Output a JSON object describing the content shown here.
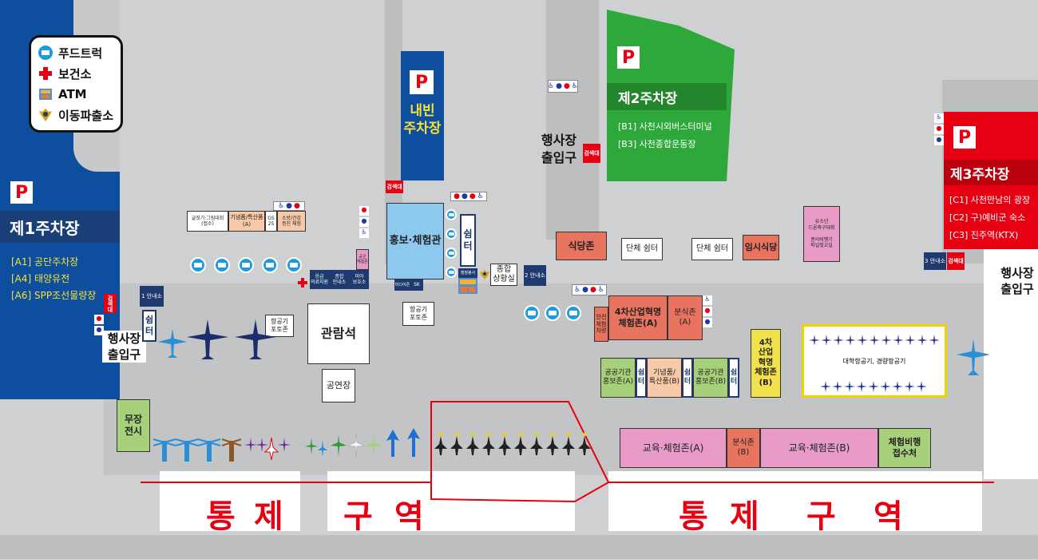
{
  "legend": {
    "items": [
      {
        "icon": "food-truck-icon",
        "label": "푸드트럭"
      },
      {
        "icon": "medical-cross-icon",
        "label": "보건소"
      },
      {
        "icon": "atm-icon",
        "label": "ATM"
      },
      {
        "icon": "police-badge-icon",
        "label": "이동파출소"
      }
    ]
  },
  "parking": {
    "p_symbol": "P",
    "lot1": {
      "title": "제1주차장",
      "entries": [
        "[A1] 공단주차장",
        "[A4] 태양유전",
        "[A6] SPP조선물량장"
      ]
    },
    "vip": {
      "title": "내빈\n주차장"
    },
    "lot2": {
      "title": "제2주차장",
      "entries": [
        "[B1] 사천시외버스터미널",
        "[B3] 사천종합운동장"
      ]
    },
    "lot3": {
      "title": "제3주차장",
      "entries": [
        "[C1] 사천만남의 광장",
        "[C2] 구)예비군 숙소",
        "[C3] 진주역(KTX)"
      ]
    }
  },
  "gates": {
    "left": "행사장\n출입구",
    "top": "행사장\n출입구",
    "right": "행사장\n출입구"
  },
  "checkpoint": "검색대",
  "info_booths": [
    "1 안내소",
    "2 안내소",
    "3 안내소"
  ],
  "facilities": {
    "shelter": "쉼터",
    "shelter_v": "쉼\n터",
    "promo_hall": "홍보·체험관",
    "sk": "SK",
    "media": "미디어존",
    "lifeguard": "행정봉사",
    "situation_room": "종합\n상황실",
    "photo_zone_1": "항공기\n포토존",
    "photo_zone_2": "항공기\n포토존",
    "grandstand": "관람석",
    "stage": "공연장",
    "weapons": "무장\n전시",
    "contest": "글짓기·그림대회\n(접수)",
    "souvenir_a": "기념품/특산품\n(A)",
    "gs25": "GS\n25",
    "firefighting": "소방/건강\n증진 체험",
    "af_promo": "공군\n체험존",
    "emergency": "응급\n의료지원",
    "general_info": "종합\n안내소",
    "lost_child": "미아\n보호소",
    "food_zone": "식당존",
    "group_rest_1": "단체 쉼터",
    "group_rest_2": "단체 쉼터",
    "temp_restaurant": "임시식당",
    "youth": "유소년\n드론축구대회\n\n종이비행기\n파일럿교실",
    "safety": "안전\n체험\n차량",
    "fourth_ind_a": "4차산업혁명\n체험존(A)",
    "snack_a": "분식존\n(A)",
    "public_promo_a": "공공기관\n홍보존(A)",
    "souvenir_b": "기념품/\n특산품(B)",
    "public_promo_b": "공공기관\n홍보존(B)",
    "fourth_ind_b": "4차\n산업\n혁명\n체험존\n(B)",
    "univ_aircraft": "대학항공기, 경량항공기",
    "edu_a": "교육·체험존(A)",
    "snack_b": "분식존\n(B)",
    "edu_b": "교육·체험존(B)",
    "flight_reg": "체험비행\n접수처"
  },
  "restricted": [
    "통",
    "제",
    "구",
    "역",
    "통",
    "제",
    "구",
    "역"
  ],
  "colors": {
    "blue_lot": "#0d4f9e",
    "green_lot": "#2ea83a",
    "red_lot": "#e60012",
    "salmon": "#e8745f",
    "pink": "#e79bc6",
    "green_box": "#a6d07a",
    "yellow_box": "#f2e14a",
    "light_blue": "#8dc9ef",
    "navy": "#1e3a6e",
    "restricted_line": "#e60012"
  }
}
